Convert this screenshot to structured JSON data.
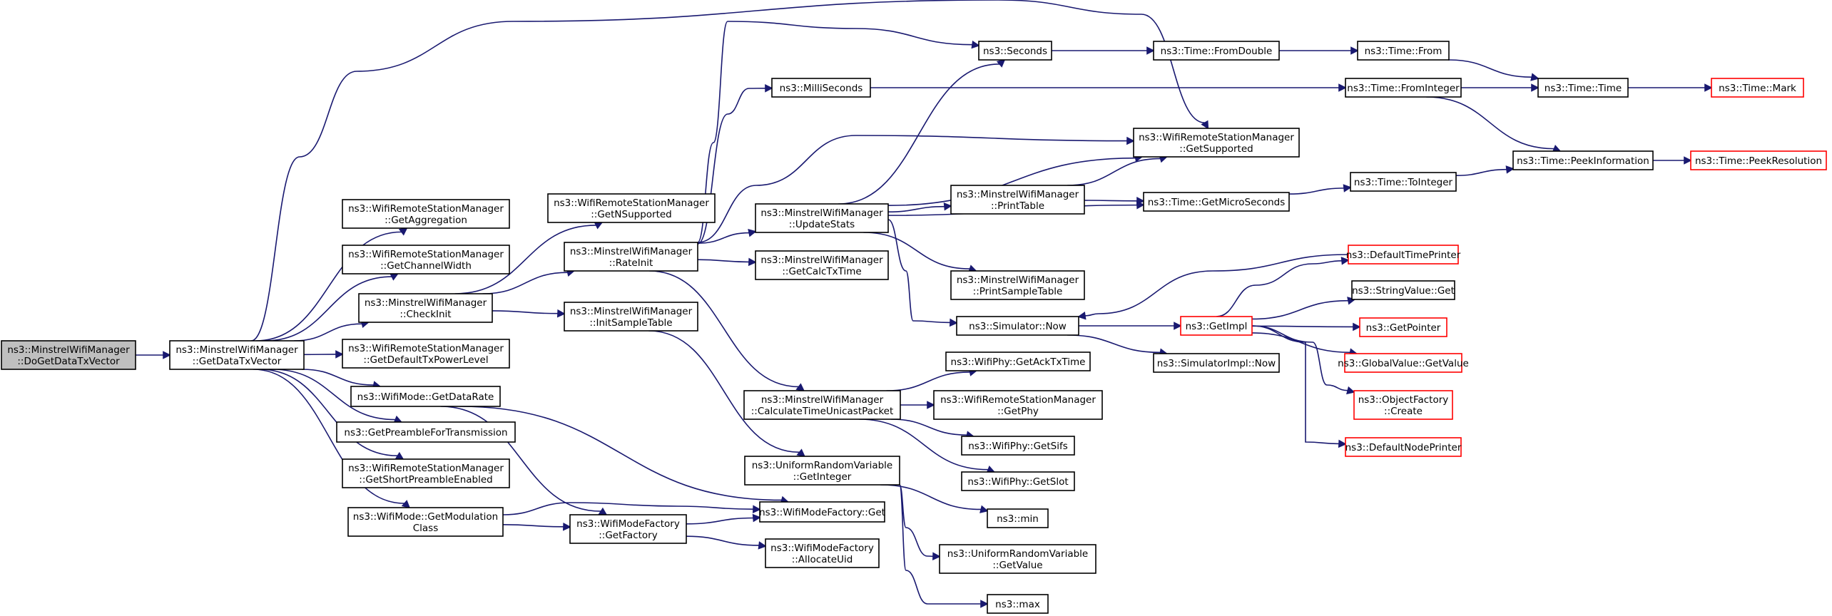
{
  "colors": {
    "edge": "#191970",
    "node_border": "#000000",
    "external_border": "#ff0000",
    "root_fill": "#bfbfbf",
    "node_fill": "#ffffff",
    "text": "#000000"
  },
  "nodes": [
    {
      "id": "root",
      "lines": [
        "ns3::MinstrelWifiManager",
        "::DoGetDataTxVector"
      ],
      "kind": "root"
    },
    {
      "id": "getDataTxVector",
      "lines": [
        "ns3::MinstrelWifiManager",
        "::GetDataTxVector"
      ],
      "kind": "normal"
    },
    {
      "id": "getAggregation",
      "lines": [
        "ns3::WifiRemoteStationManager",
        "::GetAggregation"
      ],
      "kind": "normal"
    },
    {
      "id": "getChannelWidth",
      "lines": [
        "ns3::WifiRemoteStationManager",
        "::GetChannelWidth"
      ],
      "kind": "normal"
    },
    {
      "id": "checkInit",
      "lines": [
        "ns3::MinstrelWifiManager",
        "::CheckInit"
      ],
      "kind": "normal"
    },
    {
      "id": "getDefaultTxPowerLevel",
      "lines": [
        "ns3::WifiRemoteStationManager",
        "::GetDefaultTxPowerLevel"
      ],
      "kind": "normal"
    },
    {
      "id": "getDataRate",
      "lines": [
        "ns3::WifiMode::GetDataRate"
      ],
      "kind": "normal"
    },
    {
      "id": "getPreambleForTransmission",
      "lines": [
        "ns3::GetPreambleForTransmission"
      ],
      "kind": "normal"
    },
    {
      "id": "getShortPreambleEnabled",
      "lines": [
        "ns3::WifiRemoteStationManager",
        "::GetShortPreambleEnabled"
      ],
      "kind": "normal"
    },
    {
      "id": "getModulationClass",
      "lines": [
        "ns3::WifiMode::GetModulation",
        "Class"
      ],
      "kind": "normal"
    },
    {
      "id": "getNSupported",
      "lines": [
        "ns3::WifiRemoteStationManager",
        "::GetNSupported"
      ],
      "kind": "normal"
    },
    {
      "id": "rateInit",
      "lines": [
        "ns3::MinstrelWifiManager",
        "::RateInit"
      ],
      "kind": "normal"
    },
    {
      "id": "initSampleTable",
      "lines": [
        "ns3::MinstrelWifiManager",
        "::InitSampleTable"
      ],
      "kind": "normal"
    },
    {
      "id": "getFactory",
      "lines": [
        "ns3::WifiModeFactory",
        "::GetFactory"
      ],
      "kind": "normal"
    },
    {
      "id": "milliSeconds",
      "lines": [
        "ns3::MilliSeconds"
      ],
      "kind": "normal"
    },
    {
      "id": "updateStats",
      "lines": [
        "ns3::MinstrelWifiManager",
        "::UpdateStats"
      ],
      "kind": "normal"
    },
    {
      "id": "getCalcTxTime",
      "lines": [
        "ns3::MinstrelWifiManager",
        "::GetCalcTxTime"
      ],
      "kind": "normal"
    },
    {
      "id": "calcTimeUnicast",
      "lines": [
        "ns3::MinstrelWifiManager",
        "::CalculateTimeUnicastPacket"
      ],
      "kind": "normal"
    },
    {
      "id": "getInteger",
      "lines": [
        "ns3::UniformRandomVariable",
        "::GetInteger"
      ],
      "kind": "normal"
    },
    {
      "id": "wmfGet",
      "lines": [
        "ns3::WifiModeFactory::Get"
      ],
      "kind": "normal"
    },
    {
      "id": "allocateUid",
      "lines": [
        "ns3::WifiModeFactory",
        "::AllocateUid"
      ],
      "kind": "normal"
    },
    {
      "id": "seconds",
      "lines": [
        "ns3::Seconds"
      ],
      "kind": "normal"
    },
    {
      "id": "printTable",
      "lines": [
        "ns3::MinstrelWifiManager",
        "::PrintTable"
      ],
      "kind": "normal"
    },
    {
      "id": "printSampleTable",
      "lines": [
        "ns3::MinstrelWifiManager",
        "::PrintSampleTable"
      ],
      "kind": "normal"
    },
    {
      "id": "simNow",
      "lines": [
        "ns3::Simulator::Now"
      ],
      "kind": "normal"
    },
    {
      "id": "getAckTxTime",
      "lines": [
        "ns3::WifiPhy::GetAckTxTime"
      ],
      "kind": "normal"
    },
    {
      "id": "getPhy",
      "lines": [
        "ns3::WifiRemoteStationManager",
        "::GetPhy"
      ],
      "kind": "normal"
    },
    {
      "id": "getSifs",
      "lines": [
        "ns3::WifiPhy::GetSifs"
      ],
      "kind": "normal"
    },
    {
      "id": "getSlot",
      "lines": [
        "ns3::WifiPhy::GetSlot"
      ],
      "kind": "normal"
    },
    {
      "id": "min",
      "lines": [
        "ns3::min"
      ],
      "kind": "normal"
    },
    {
      "id": "getValueURV",
      "lines": [
        "ns3::UniformRandomVariable",
        "::GetValue"
      ],
      "kind": "normal"
    },
    {
      "id": "max",
      "lines": [
        "ns3::max"
      ],
      "kind": "normal"
    },
    {
      "id": "fromDouble",
      "lines": [
        "ns3::Time::FromDouble"
      ],
      "kind": "normal"
    },
    {
      "id": "getSupported",
      "lines": [
        "ns3::WifiRemoteStationManager",
        "::GetSupported"
      ],
      "kind": "normal"
    },
    {
      "id": "getMicroSeconds",
      "lines": [
        "ns3::Time::GetMicroSeconds"
      ],
      "kind": "normal"
    },
    {
      "id": "getImpl",
      "lines": [
        "ns3::GetImpl"
      ],
      "kind": "external"
    },
    {
      "id": "simImplNow",
      "lines": [
        "ns3::SimulatorImpl::Now"
      ],
      "kind": "normal"
    },
    {
      "id": "timeFrom",
      "lines": [
        "ns3::Time::From"
      ],
      "kind": "normal"
    },
    {
      "id": "fromInteger",
      "lines": [
        "ns3::Time::FromInteger"
      ],
      "kind": "normal"
    },
    {
      "id": "toInteger",
      "lines": [
        "ns3::Time::ToInteger"
      ],
      "kind": "normal"
    },
    {
      "id": "defaultTimePrinter",
      "lines": [
        "ns3::DefaultTimePrinter"
      ],
      "kind": "external"
    },
    {
      "id": "stringValueGet",
      "lines": [
        "ns3::StringValue::Get"
      ],
      "kind": "normal"
    },
    {
      "id": "getPointer",
      "lines": [
        "ns3::GetPointer"
      ],
      "kind": "external"
    },
    {
      "id": "globalGetValue",
      "lines": [
        "ns3::GlobalValue::GetValue"
      ],
      "kind": "external"
    },
    {
      "id": "objectFactoryCreate",
      "lines": [
        "ns3::ObjectFactory",
        "::Create"
      ],
      "kind": "external"
    },
    {
      "id": "defaultNodePrinter",
      "lines": [
        "ns3::DefaultNodePrinter"
      ],
      "kind": "external"
    },
    {
      "id": "timeTime",
      "lines": [
        "ns3::Time::Time"
      ],
      "kind": "normal"
    },
    {
      "id": "peekInformation",
      "lines": [
        "ns3::Time::PeekInformation"
      ],
      "kind": "normal"
    },
    {
      "id": "timeMark",
      "lines": [
        "ns3::Time::Mark"
      ],
      "kind": "external"
    },
    {
      "id": "peekResolution",
      "lines": [
        "ns3::Time::PeekResolution"
      ],
      "kind": "external"
    }
  ],
  "edges": [
    [
      "root",
      "getDataTxVector"
    ],
    [
      "getDataTxVector",
      "getAggregation"
    ],
    [
      "getDataTxVector",
      "getChannelWidth"
    ],
    [
      "getDataTxVector",
      "checkInit"
    ],
    [
      "getDataTxVector",
      "getDefaultTxPowerLevel"
    ],
    [
      "getDataTxVector",
      "getDataRate"
    ],
    [
      "getDataTxVector",
      "getPreambleForTransmission"
    ],
    [
      "getDataTxVector",
      "getShortPreambleEnabled"
    ],
    [
      "getDataTxVector",
      "getModulationClass"
    ],
    [
      "getDataTxVector",
      "getSupported"
    ],
    [
      "checkInit",
      "getNSupported"
    ],
    [
      "checkInit",
      "rateInit"
    ],
    [
      "checkInit",
      "initSampleTable"
    ],
    [
      "getDataRate",
      "getFactory"
    ],
    [
      "getDataRate",
      "wmfGet"
    ],
    [
      "getModulationClass",
      "wmfGet"
    ],
    [
      "getModulationClass",
      "getFactory"
    ],
    [
      "getFactory",
      "wmfGet"
    ],
    [
      "getFactory",
      "allocateUid"
    ],
    [
      "rateInit",
      "seconds"
    ],
    [
      "rateInit",
      "milliSeconds"
    ],
    [
      "rateInit",
      "getSupported"
    ],
    [
      "rateInit",
      "updateStats"
    ],
    [
      "rateInit",
      "getCalcTxTime"
    ],
    [
      "rateInit",
      "calcTimeUnicast"
    ],
    [
      "initSampleTable",
      "getInteger"
    ],
    [
      "milliSeconds",
      "fromInteger"
    ],
    [
      "updateStats",
      "seconds"
    ],
    [
      "updateStats",
      "getSupported"
    ],
    [
      "updateStats",
      "printTable"
    ],
    [
      "updateStats",
      "getMicroSeconds"
    ],
    [
      "updateStats",
      "printSampleTable"
    ],
    [
      "updateStats",
      "simNow"
    ],
    [
      "printTable",
      "getSupported"
    ],
    [
      "printTable",
      "getMicroSeconds"
    ],
    [
      "calcTimeUnicast",
      "getAckTxTime"
    ],
    [
      "calcTimeUnicast",
      "getPhy"
    ],
    [
      "calcTimeUnicast",
      "getSifs"
    ],
    [
      "calcTimeUnicast",
      "getSlot"
    ],
    [
      "getInteger",
      "min"
    ],
    [
      "getInteger",
      "getValueURV"
    ],
    [
      "getInteger",
      "max"
    ],
    [
      "seconds",
      "fromDouble"
    ],
    [
      "fromDouble",
      "timeFrom"
    ],
    [
      "timeFrom",
      "timeTime"
    ],
    [
      "fromInteger",
      "timeTime"
    ],
    [
      "fromInteger",
      "peekInformation"
    ],
    [
      "timeTime",
      "timeMark"
    ],
    [
      "getMicroSeconds",
      "toInteger"
    ],
    [
      "toInteger",
      "peekInformation"
    ],
    [
      "peekInformation",
      "peekResolution"
    ],
    [
      "simNow",
      "getImpl"
    ],
    [
      "simNow",
      "simImplNow"
    ],
    [
      "getImpl",
      "defaultTimePrinter"
    ],
    [
      "getImpl",
      "stringValueGet"
    ],
    [
      "getImpl",
      "getPointer"
    ],
    [
      "getImpl",
      "globalGetValue"
    ],
    [
      "getImpl",
      "objectFactoryCreate"
    ],
    [
      "getImpl",
      "defaultNodePrinter"
    ],
    [
      "defaultTimePrinter",
      "simNow"
    ]
  ]
}
